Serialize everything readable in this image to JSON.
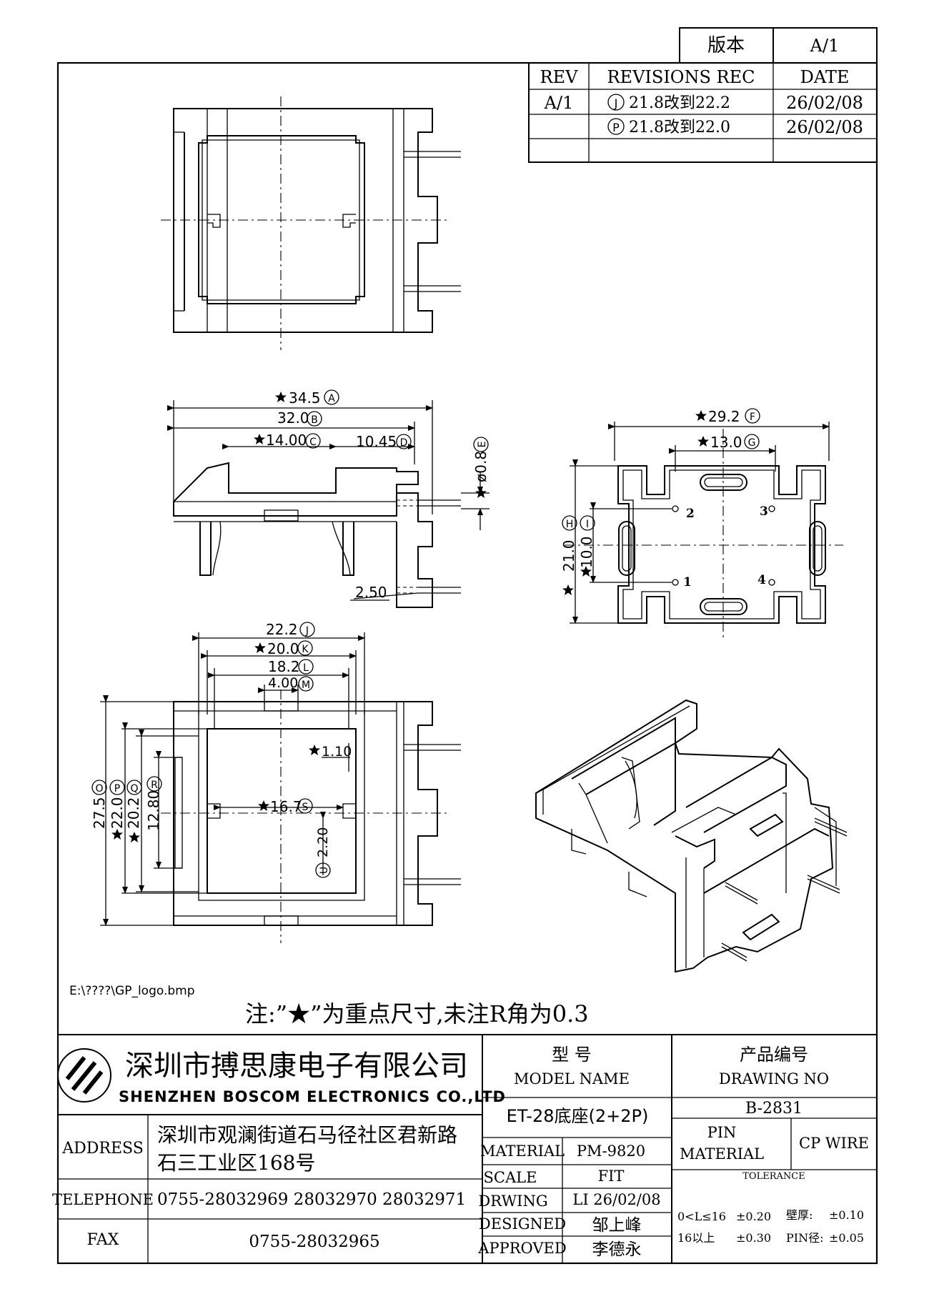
{
  "revision_block": {
    "version_label": "版本",
    "version_value": "A/1",
    "headers": [
      "REV",
      "REVISIONS REC",
      "DATE"
    ],
    "rows": [
      {
        "rev": "A/1",
        "mark": "J",
        "text": "21.8改到22.2",
        "date": "26/02/08"
      },
      {
        "rev": "",
        "mark": "P",
        "text": "21.8改到22.0",
        "date": "26/02/08"
      }
    ]
  },
  "dimensions": {
    "front": [
      {
        "mark": "A",
        "star": true,
        "value": "34.5"
      },
      {
        "mark": "B",
        "star": false,
        "value": "32.0"
      },
      {
        "mark": "C",
        "star": true,
        "value": "14.00"
      },
      {
        "mark": "D",
        "star": false,
        "value": "10.45"
      },
      {
        "mark": "E",
        "star": true,
        "value": "ø0.8"
      },
      {
        "mark": "",
        "star": false,
        "value": "2.50"
      }
    ],
    "bottom": [
      {
        "mark": "F",
        "star": true,
        "value": "29.2"
      },
      {
        "mark": "G",
        "star": true,
        "value": "13.0"
      },
      {
        "mark": "H",
        "star": true,
        "value": "21.0"
      },
      {
        "mark": "I",
        "star": true,
        "value": "10.0"
      }
    ],
    "top": [
      {
        "mark": "J",
        "star": false,
        "value": "22.2"
      },
      {
        "mark": "K",
        "star": true,
        "value": "20.0"
      },
      {
        "mark": "L",
        "star": false,
        "value": "18.2"
      },
      {
        "mark": "M",
        "star": false,
        "value": "4.00"
      },
      {
        "mark": "",
        "star": true,
        "value": "1.10"
      },
      {
        "mark": "S",
        "star": true,
        "value": "16.7"
      },
      {
        "mark": "O",
        "star": false,
        "value": "27.5"
      },
      {
        "mark": "P",
        "star": true,
        "value": "22.0"
      },
      {
        "mark": "Q",
        "star": true,
        "value": "20.2"
      },
      {
        "mark": "R",
        "star": false,
        "value": "12.80"
      },
      {
        "mark": "U",
        "star": false,
        "value": "2.20"
      }
    ],
    "pins": [
      "1",
      "2",
      "3",
      "4"
    ]
  },
  "logo_path": "E:\\????\\GP_logo.bmp",
  "note": "注:”★”为重点尺寸,未注R角为0.3",
  "title_block": {
    "company_cn": "深圳市搏思康电子有限公司",
    "company_en": "SHENZHEN BOSCOM ELECTRONICS CO.,LTD",
    "address_label": "ADDRESS",
    "address_line1": "深圳市观澜街道石马径社区君新路",
    "address_line2": "石三工业区168号",
    "telephone_label": "TELEPHONE",
    "telephone_value": "0755-28032969 28032970 28032971",
    "fax_label": "FAX",
    "fax_value": "0755-28032965",
    "model_label_cn": "型    号",
    "model_label_en": "MODEL NAME",
    "model_value": "ET-28底座(2+2P)",
    "drawing_label_cn": "产品编号",
    "drawing_label_en": "DRAWING NO",
    "drawing_value": "B-2831",
    "material_label": "MATERIAL",
    "material_value": "PM-9820",
    "scale_label": "SCALE",
    "scale_value": "FIT",
    "drwing_label": "DRWING",
    "drwing_value": "LI 26/02/08",
    "designed_label": "DESIGNED",
    "designed_value": "邹上峰",
    "approved_label": "APPROVED",
    "approved_value": "李德永",
    "pin_material_label_1": "PIN",
    "pin_material_label_2": "MATERIAL",
    "pin_material_value": "CP WIRE",
    "tolerance_label": "TOLERANCE",
    "tol_r1_a": "0<L≤16",
    "tol_r1_b": "±0.20",
    "tol_r1_c": "壁厚:",
    "tol_r1_d": "±0.10",
    "tol_r2_a": "16以上",
    "tol_r2_b": "±0.30",
    "tol_r2_c": "PIN径:",
    "tol_r2_d": "±0.05"
  }
}
